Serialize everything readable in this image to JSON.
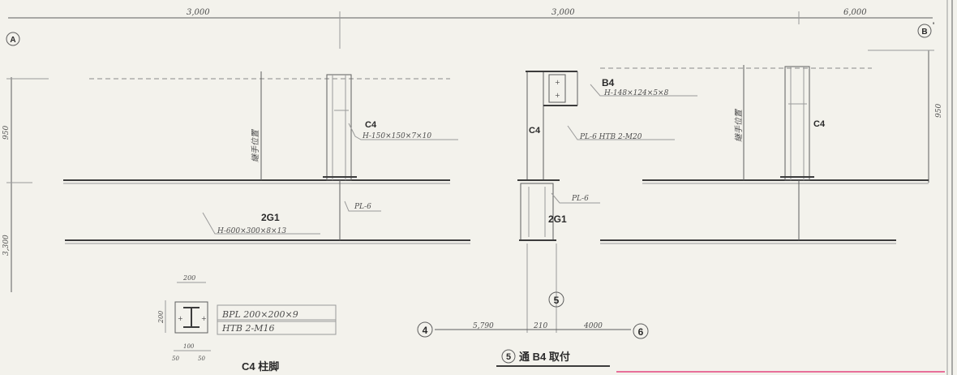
{
  "dims": {
    "top_left": "3,000",
    "top_mid": "3,000",
    "top_right": "6,000",
    "left_upper": "950",
    "left_lower": "3,300",
    "right_upper": "950",
    "bottom_left": "5,790",
    "bottom_mid": "210",
    "bottom_right": "4000"
  },
  "grid_markers": {
    "a": "A",
    "b": "B",
    "b_prime": "'",
    "four": "4",
    "five": "5",
    "six": "6"
  },
  "left_detail": {
    "column_tag": "C4",
    "column_spec": "H-150×150×7×10",
    "vertical_note": "継手位置",
    "girder_tag": "2G1",
    "girder_spec": "H-600×300×8×13",
    "plate_note": "PL-6"
  },
  "center_detail": {
    "beam_tag": "B4",
    "beam_spec": "H-148×124×5×8",
    "column_tag": "C4",
    "bolt_note": "PL-6 HTB 2-M20",
    "plate_note": "PL-6",
    "girder_tag": "2G1"
  },
  "right_detail": {
    "column_tag": "C4",
    "vertical_note": "継手位置"
  },
  "base_detail": {
    "top_dim": "200",
    "side_dim": "200",
    "bottom_dims": [
      "100",
      "50",
      "50"
    ],
    "plate_spec": "BPL 200×200×9",
    "bolt_spec": "HTB  2-M16",
    "caption": "C4 柱脚"
  },
  "section_caption": {
    "number": "5",
    "text": "通 B4 取付"
  }
}
